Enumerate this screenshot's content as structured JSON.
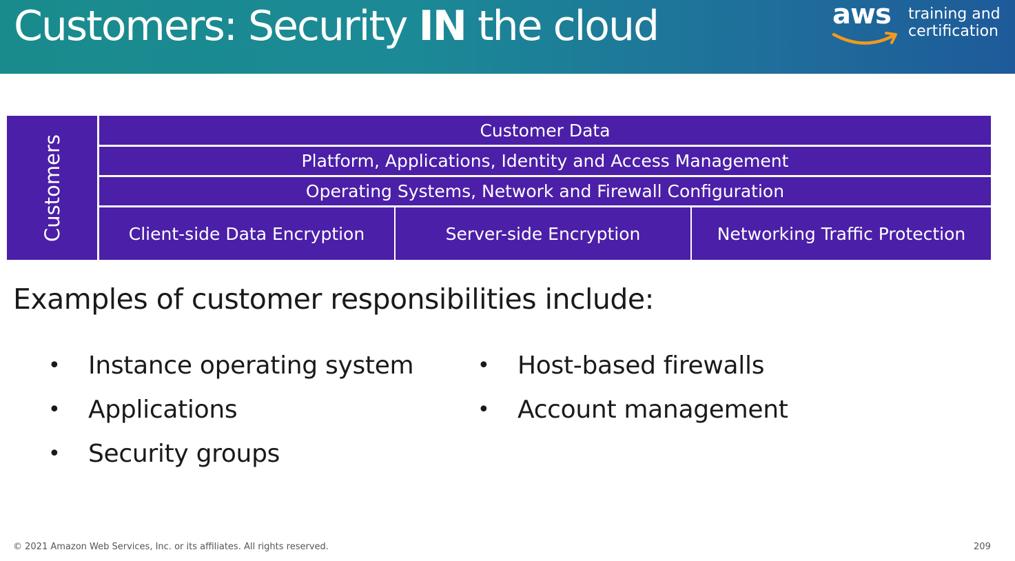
{
  "header": {
    "title_part1": "Customers: Security ",
    "title_emphasis": "IN",
    "title_part2": " the cloud"
  },
  "logo": {
    "wordmark": "aws",
    "line1": "training and",
    "line2": "certification"
  },
  "diagram": {
    "side_label": "Customers",
    "layers": [
      "Customer Data",
      "Platform, Applications, Identity and Access Management",
      "Operating Systems, Network and Firewall Configuration"
    ],
    "bottom_cells": [
      "Client-side Data Encryption",
      "Server-side Encryption",
      "Networking Traffic Protection"
    ]
  },
  "examples": {
    "heading": "Examples of customer responsibilities include:",
    "bullet_symbol": "•",
    "left_column": [
      "Instance operating system",
      "Applications",
      "Security groups"
    ],
    "right_column": [
      "Host-based firewalls",
      "Account management"
    ]
  },
  "footer": {
    "copyright": "© 2021 Amazon Web Services, Inc. or its affiliates. All rights reserved.",
    "page_number": "209"
  },
  "colors": {
    "header_start": "#1a8b8c",
    "header_end": "#1e5a9a",
    "diagram_purple": "#4b1fa8",
    "aws_smile_orange": "#f29a1f"
  }
}
